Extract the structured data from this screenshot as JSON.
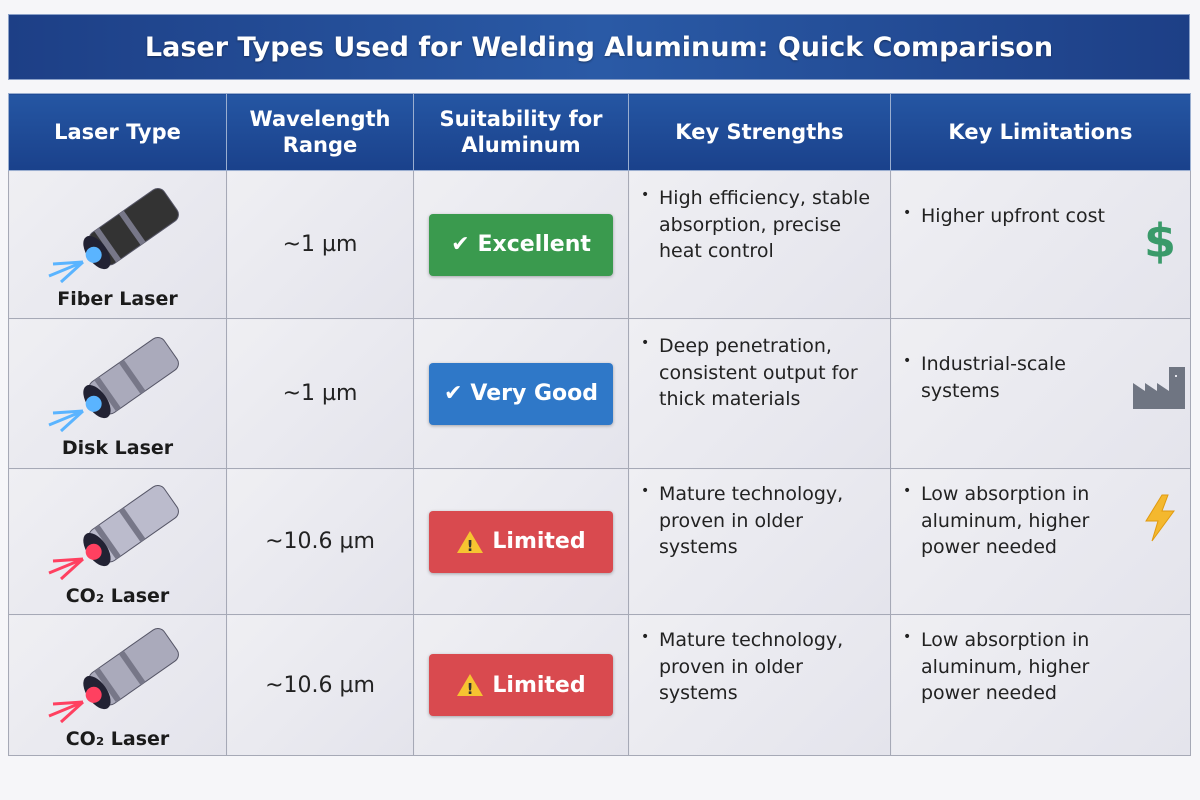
{
  "title": "Laser Types Used for Welding Aluminum: Quick Comparison",
  "headers": {
    "type": "Laser Type",
    "wavelength": "Wavelength Range",
    "suitability": "Suitability for Aluminum",
    "strengths": "Key Strengths",
    "limitations": "Key Limitations"
  },
  "colors": {
    "excellent": "#3a9a4e",
    "very_good": "#2f78c8",
    "limited": "#d94a4f"
  },
  "rows": [
    {
      "name": "Fiber Laser",
      "wavelength": "~1 µm",
      "rating": "Excellent",
      "rating_icon": "check-icon",
      "strengths": "High efficiency, stable absorption, precise heat control",
      "limitations": "Higher upfront cost",
      "limit_icon": "dollar-icon"
    },
    {
      "name": "Disk Laser",
      "wavelength": "~1 µm",
      "rating": "Very Good",
      "rating_icon": "check-icon",
      "strengths": "Deep penetration, consistent output for thick materials",
      "limitations": "Industrial-scale systems",
      "limit_icon": "factory-icon"
    },
    {
      "name": "CO₂ Laser",
      "wavelength": "~10.6 µm",
      "rating": "Limited",
      "rating_icon": "warning-icon",
      "strengths": "Mature technology, proven in older systems",
      "limitations": "Low absorption in aluminum, higher power needed",
      "limit_icon": "lightning-icon"
    },
    {
      "name": "CO₂ Laser",
      "wavelength": "~10.6 µm",
      "rating": "Limited",
      "rating_icon": "warning-icon",
      "strengths": "Mature technology, proven in older systems",
      "limitations": "Low absorption in aluminum, higher power needed",
      "limit_icon": ""
    }
  ]
}
